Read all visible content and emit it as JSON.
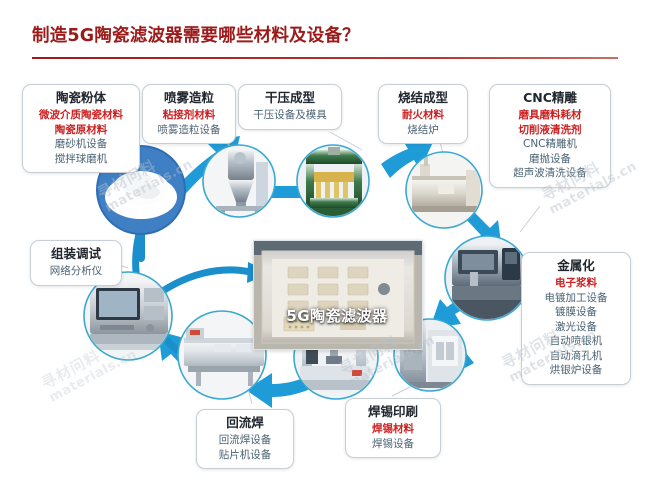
{
  "header": {
    "title": "制造5G陶瓷滤波器需要哪些材料及设备？",
    "rule_color": "#9c1a1a",
    "title_color": "#9c1a1a"
  },
  "colors": {
    "accent_red": "#cc2222",
    "arrow_blue": "#1f9cd8",
    "ring_blue": "#3aa8cf",
    "item_text": "#4a6272",
    "heading_text": "#20262e"
  },
  "center": {
    "label": "5G陶瓷滤波器",
    "photo_name": "ceramic-filter-tray-photo"
  },
  "watermarks": [
    {
      "line1": "寻材问料",
      "line2": "materials.cn"
    },
    {
      "line1": "寻材问料",
      "line2": "materials.cn"
    },
    {
      "line1": "寻材问料",
      "line2": "materials.cn"
    },
    {
      "line1": "寻材问料",
      "line2": "materials.cn"
    },
    {
      "line1": "寻材问料",
      "line2": "materials.cn"
    }
  ],
  "steps": [
    {
      "id": "ceramic-powder",
      "title": "陶瓷粉体",
      "items": [
        {
          "text": "微波介质陶瓷材料",
          "highlight": true
        },
        {
          "text": "陶瓷原材料",
          "highlight": true
        },
        {
          "text": "磨砂机设备",
          "highlight": false
        },
        {
          "text": "搅拌球磨机",
          "highlight": false
        }
      ],
      "photo_name": "ceramic-powder-photo"
    },
    {
      "id": "spray-granulation",
      "title": "喷雾造粒",
      "items": [
        {
          "text": "粘接剂材料",
          "highlight": true
        },
        {
          "text": "喷雾造粒设备",
          "highlight": false
        }
      ],
      "photo_name": "spray-granulator-photo"
    },
    {
      "id": "dry-pressing",
      "title": "干压成型",
      "items": [
        {
          "text": "干压设备及模具",
          "highlight": false
        }
      ],
      "photo_name": "dry-press-machine-photo"
    },
    {
      "id": "sintering",
      "title": "烧结成型",
      "items": [
        {
          "text": "耐火材料",
          "highlight": true
        },
        {
          "text": "烧结炉",
          "highlight": false
        }
      ],
      "photo_name": "sintering-furnace-photo"
    },
    {
      "id": "cnc-engraving",
      "title": "CNC精雕",
      "items": [
        {
          "text": "磨具磨料耗材",
          "highlight": true
        },
        {
          "text": "切削液清洗剂",
          "highlight": true
        },
        {
          "text": "CNC精雕机",
          "highlight": false
        },
        {
          "text": "磨抛设备",
          "highlight": false
        },
        {
          "text": "超声波清洗设备",
          "highlight": false
        }
      ],
      "photo_name": "cnc-engraving-machine-photo"
    },
    {
      "id": "metallization",
      "title": "金属化",
      "items": [
        {
          "text": "电子浆料",
          "highlight": true
        },
        {
          "text": "电镀加工设备",
          "highlight": false
        },
        {
          "text": "镀膜设备",
          "highlight": false
        },
        {
          "text": "激光设备",
          "highlight": false
        },
        {
          "text": "自动喷银机",
          "highlight": false
        },
        {
          "text": "自动滴孔机",
          "highlight": false
        },
        {
          "text": "烘银炉设备",
          "highlight": false
        }
      ],
      "photo_name": "metallization-equipment-photo"
    },
    {
      "id": "solder-printing",
      "title": "焊锡印刷",
      "items": [
        {
          "text": "焊锡材料",
          "highlight": true
        },
        {
          "text": "焊锡设备",
          "highlight": false
        }
      ],
      "photo_name": "solder-printing-robot-photo"
    },
    {
      "id": "reflow-soldering",
      "title": "回流焊",
      "items": [
        {
          "text": "回流焊设备",
          "highlight": false
        },
        {
          "text": "贴片机设备",
          "highlight": false
        }
      ],
      "photo_name": "reflow-oven-photo"
    },
    {
      "id": "assembly-tuning",
      "title": "组装调试",
      "items": [
        {
          "text": "网络分析仪",
          "highlight": false
        }
      ],
      "photo_name": "network-analyzer-photo"
    }
  ]
}
